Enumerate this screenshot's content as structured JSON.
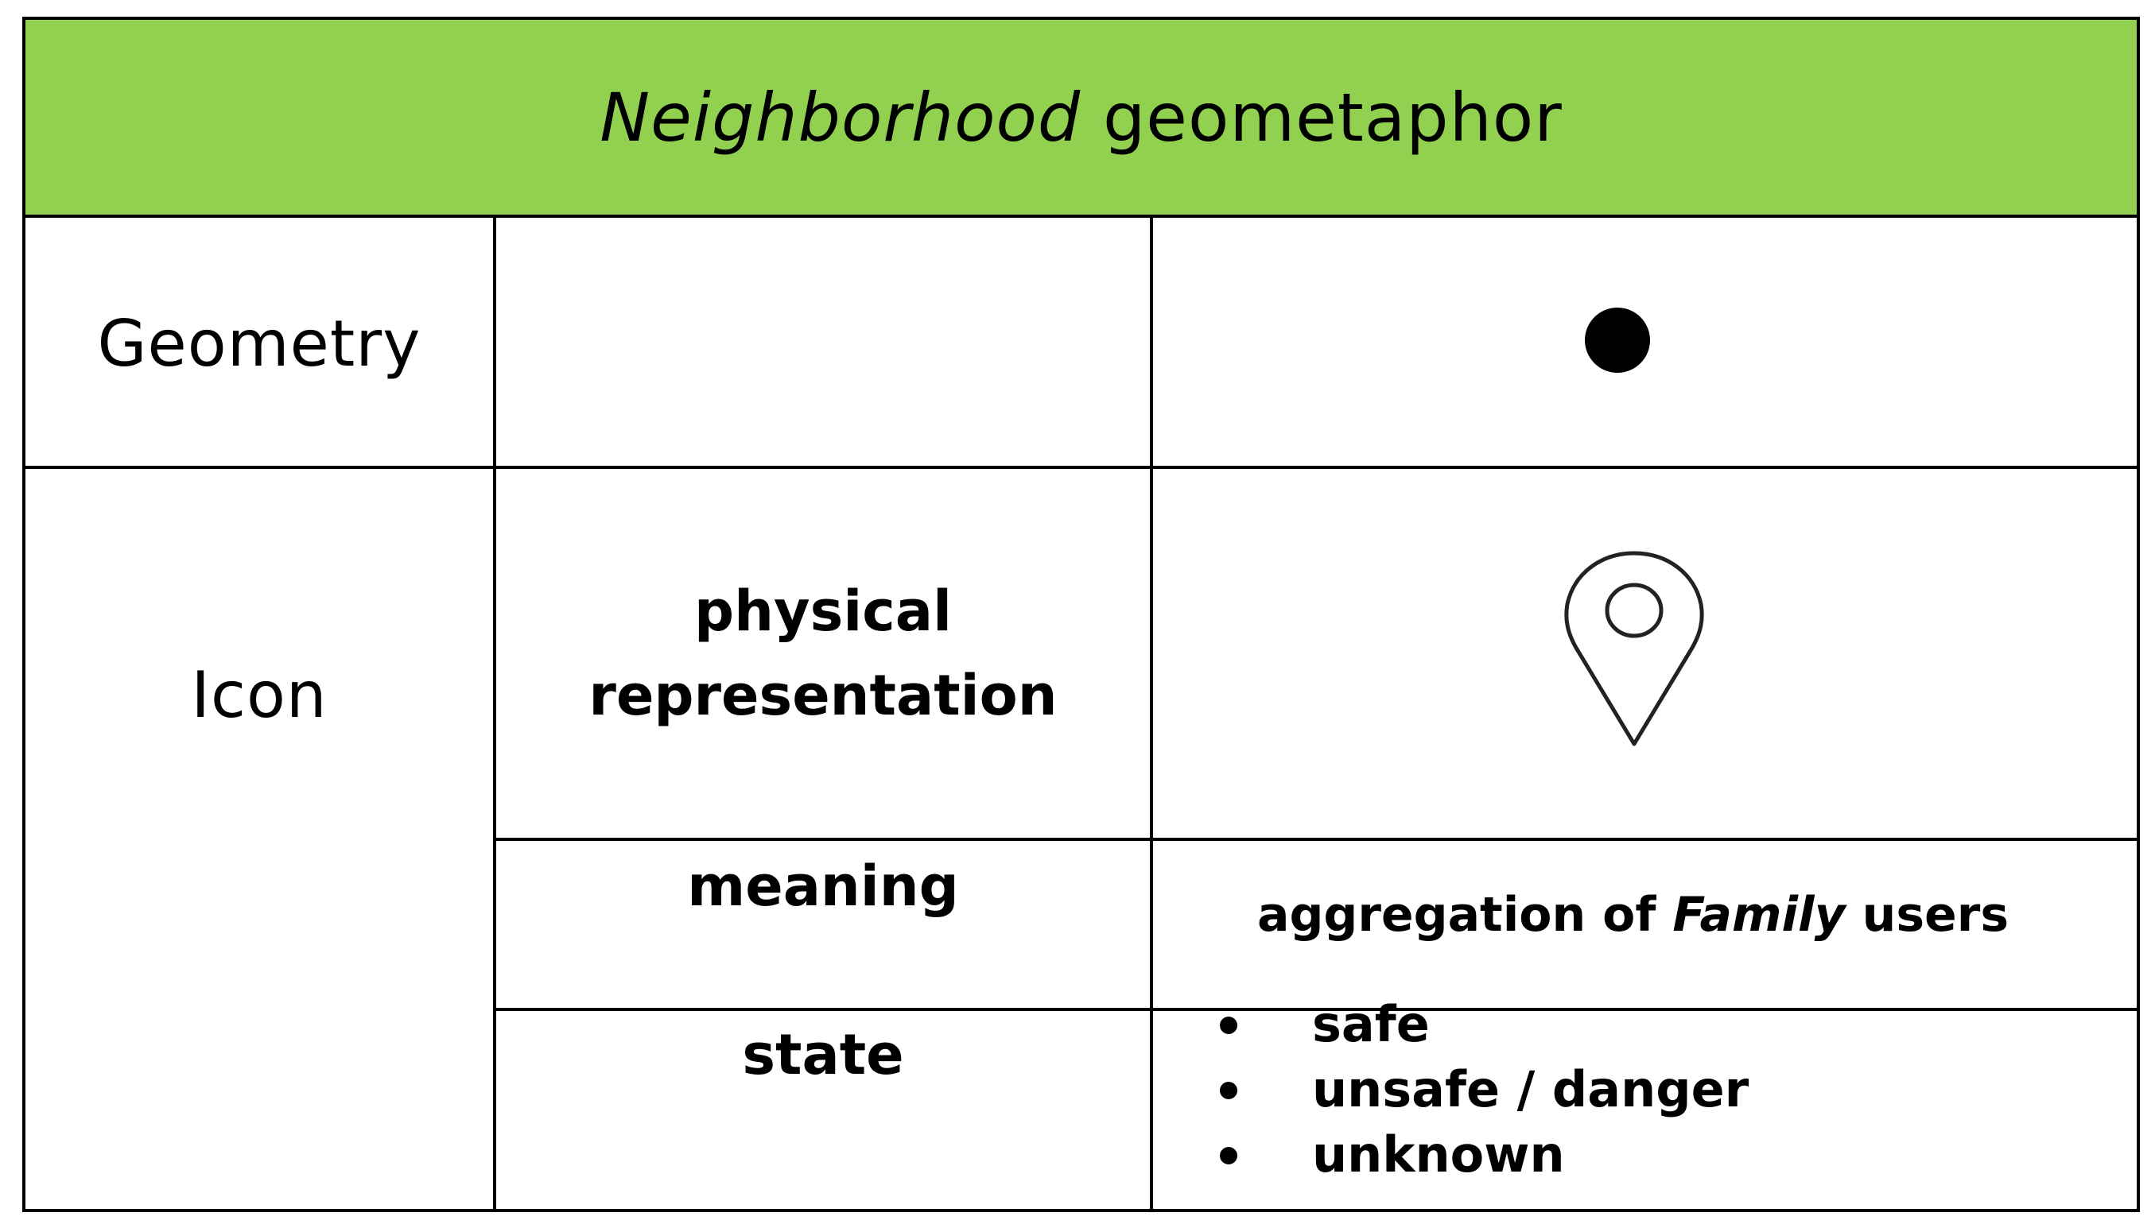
{
  "table": {
    "header": {
      "title_italic": "Neighborhood",
      "title_rest": " geometaphor",
      "background_color": "#92d050"
    },
    "rows": {
      "geometry": {
        "label": "Geometry",
        "symbol_icon": "filled-circle-icon"
      },
      "icon": {
        "label": "Icon",
        "physical_representation": {
          "label_line1": "physical",
          "label_line2": "representation",
          "symbol_icon": "map-pin-icon"
        },
        "meaning": {
          "label": "meaning",
          "value_before": "aggregation of ",
          "value_italic": "Family",
          "value_after": " users"
        },
        "state": {
          "label": "state",
          "items": [
            "safe",
            "unsafe / danger",
            "unknown"
          ]
        }
      }
    }
  }
}
